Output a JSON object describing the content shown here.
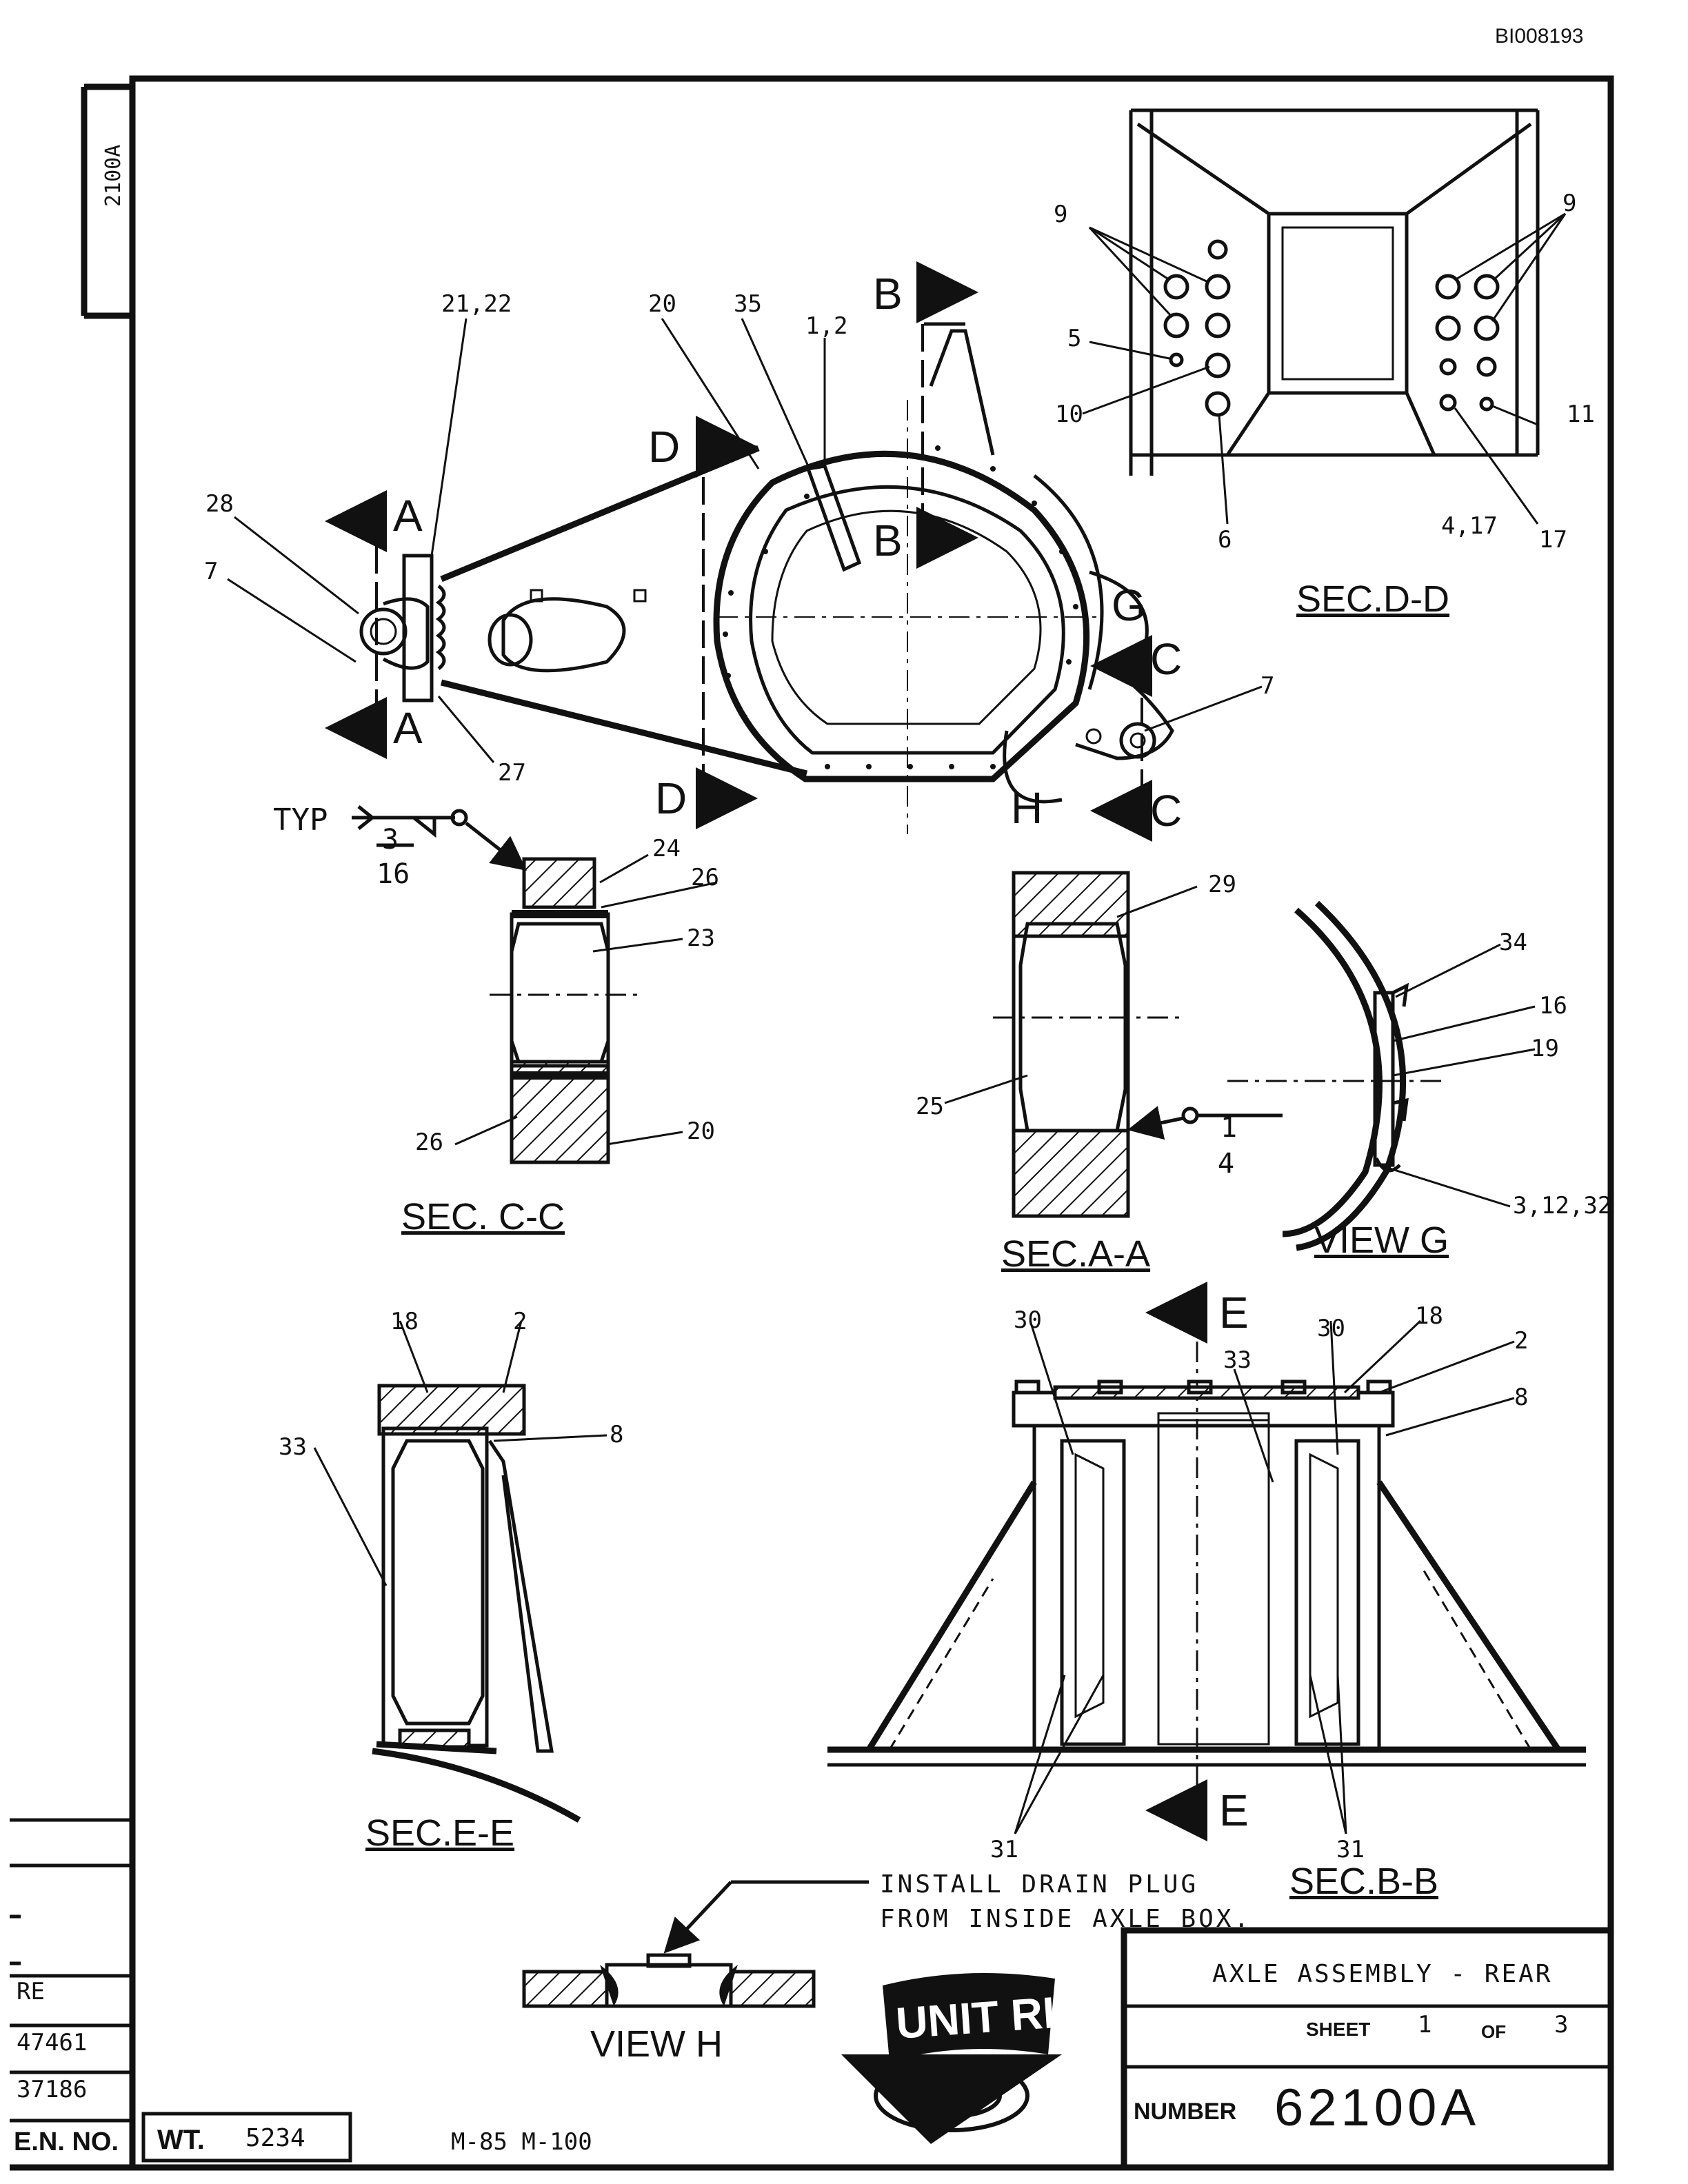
{
  "doc_code": "BI008193",
  "revision_strip": "2100A",
  "callouts": {
    "main_view": [
      "21,22",
      "20",
      "35",
      "1,2",
      "28",
      "7",
      "27",
      "7"
    ],
    "sec_dd": [
      "9",
      "9",
      "5",
      "10",
      "6",
      "4,17",
      "17",
      "11"
    ],
    "sec_cc": [
      "24",
      "26",
      "23",
      "26",
      "20"
    ],
    "sec_aa": [
      "29",
      "25"
    ],
    "view_g": [
      "34",
      "16",
      "19",
      "3,12,32"
    ],
    "sec_ee": [
      "18",
      "2",
      "33",
      "8"
    ],
    "sec_bb": [
      "30",
      "30",
      "18",
      "2",
      "33",
      "8",
      "31",
      "31"
    ]
  },
  "section_markers": {
    "a_top": "A",
    "a_bottom": "A",
    "b_top": "B",
    "b_bottom": "B",
    "c_top": "C",
    "c_bottom": "C",
    "d_top": "D",
    "d_bottom": "D",
    "e_top": "E",
    "e_bottom": "E",
    "g": "G",
    "h": "H"
  },
  "weld_symbols": {
    "typ_label": "TYP",
    "typ_num": "3",
    "typ_den": "16",
    "aa_num": "1",
    "aa_den": "4"
  },
  "section_titles": {
    "dd": "SEC.D-D",
    "cc": "SEC. C-C",
    "aa": "SEC.A-A",
    "view_g": "VIEW G",
    "ee": "SEC.E-E",
    "bb": "SEC.B-B",
    "view_h": "VIEW H"
  },
  "note": {
    "line1": "INSTALL DRAIN PLUG",
    "line2": "FROM INSIDE AXLE BOX."
  },
  "logo": {
    "text": "UNIT RIG"
  },
  "title_block": {
    "title": "AXLE ASSEMBLY - REAR",
    "sheet_label": "SHEET",
    "sheet_num": "1",
    "of_label": "OF",
    "sheet_total": "3",
    "number_label": "NUMBER",
    "number": "62100A"
  },
  "revision_table": {
    "header": "RE",
    "rows": [
      "47461",
      "37186"
    ],
    "col_label": "E.N. NO."
  },
  "weight": {
    "label": "WT.",
    "value": "5234"
  },
  "models": "M-85  M-100"
}
